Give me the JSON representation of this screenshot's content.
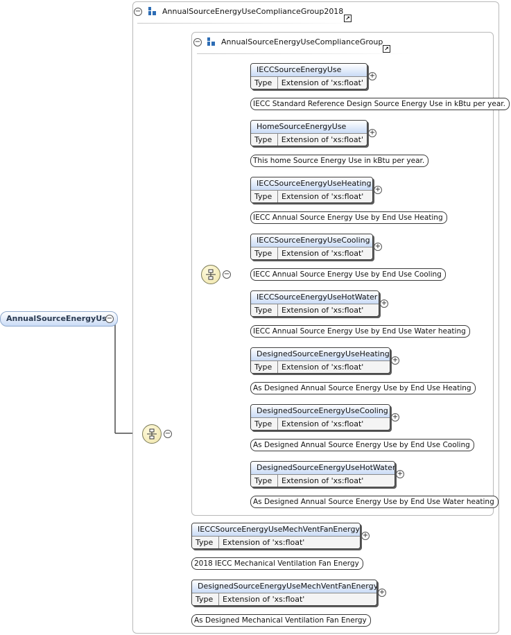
{
  "root": {
    "label": "AnnualSourceEnergyUse"
  },
  "outer_group": {
    "title": "AnnualSourceEnergyUseComplianceGroup2018"
  },
  "inner_group": {
    "title": "AnnualSourceEnergyUseComplianceGroup"
  },
  "type_label": "Type",
  "elements": [
    {
      "name": "IECCSourceEnergyUse",
      "type": "Extension of 'xs:float'",
      "doc": "IECC Standard Reference Design Source Energy Use in kBtu per year."
    },
    {
      "name": "HomeSourceEnergyUse",
      "type": "Extension of 'xs:float'",
      "doc": "This home Source Energy Use in kBtu per year."
    },
    {
      "name": "IECCSourceEnergyUseHeating",
      "type": "Extension of 'xs:float'",
      "doc": "IECC Annual Source Energy Use by End Use Heating"
    },
    {
      "name": "IECCSourceEnergyUseCooling",
      "type": "Extension of 'xs:float'",
      "doc": "IECC Annual Source Energy Use by End Use Cooling"
    },
    {
      "name": "IECCSourceEnergyUseHotWater",
      "type": "Extension of 'xs:float'",
      "doc": "IECC Annual Source Energy Use by End Use Water heating"
    },
    {
      "name": "DesignedSourceEnergyUseHeating",
      "type": "Extension of 'xs:float'",
      "doc": "As Designed Annual Source Energy Use by End Use Heating"
    },
    {
      "name": "DesignedSourceEnergyUseCooling",
      "type": "Extension of 'xs:float'",
      "doc": "As Designed Annual Source Energy Use by End Use Cooling"
    },
    {
      "name": "DesignedSourceEnergyUseHotWater",
      "type": "Extension of 'xs:float'",
      "doc": "As Designed Annual Source Energy Use by End Use Water heating"
    },
    {
      "name": "IECCSourceEnergyUseMechVentFanEnergy",
      "type": "Extension of 'xs:float'",
      "doc": "2018 IECC Mechanical Ventilation Fan Energy"
    },
    {
      "name": "DesignedSourceEnergyUseMechVentFanEnergy",
      "type": "Extension of 'xs:float'",
      "doc": "As Designed Mechanical Ventilation Fan Energy"
    }
  ]
}
